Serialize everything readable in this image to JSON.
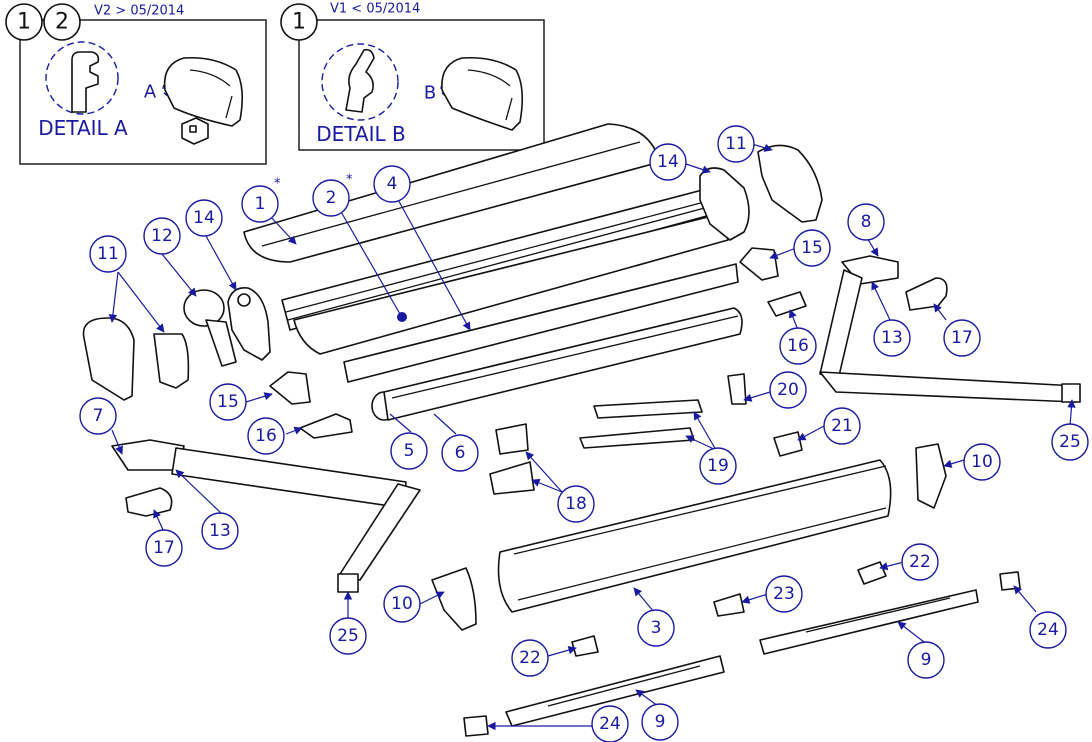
{
  "frames": [
    {
      "id": "frame-v2",
      "numbers": [
        "1",
        "2"
      ],
      "version": "V2 > 05/2014",
      "detail_label": "DETAIL A",
      "letter": "A"
    },
    {
      "id": "frame-v1",
      "numbers": [
        "1"
      ],
      "version": "V1 < 05/2014",
      "detail_label": "DETAIL B",
      "letter": "B"
    }
  ],
  "asterisk": "*",
  "callouts": [
    "1",
    "2",
    "3",
    "4",
    "5",
    "6",
    "7",
    "8",
    "9",
    "9",
    "10",
    "10",
    "11",
    "11",
    "12",
    "13",
    "13",
    "14",
    "14",
    "15",
    "15",
    "16",
    "16",
    "17",
    "17",
    "18",
    "19",
    "20",
    "21",
    "22",
    "22",
    "23",
    "24",
    "24",
    "25",
    "25"
  ]
}
